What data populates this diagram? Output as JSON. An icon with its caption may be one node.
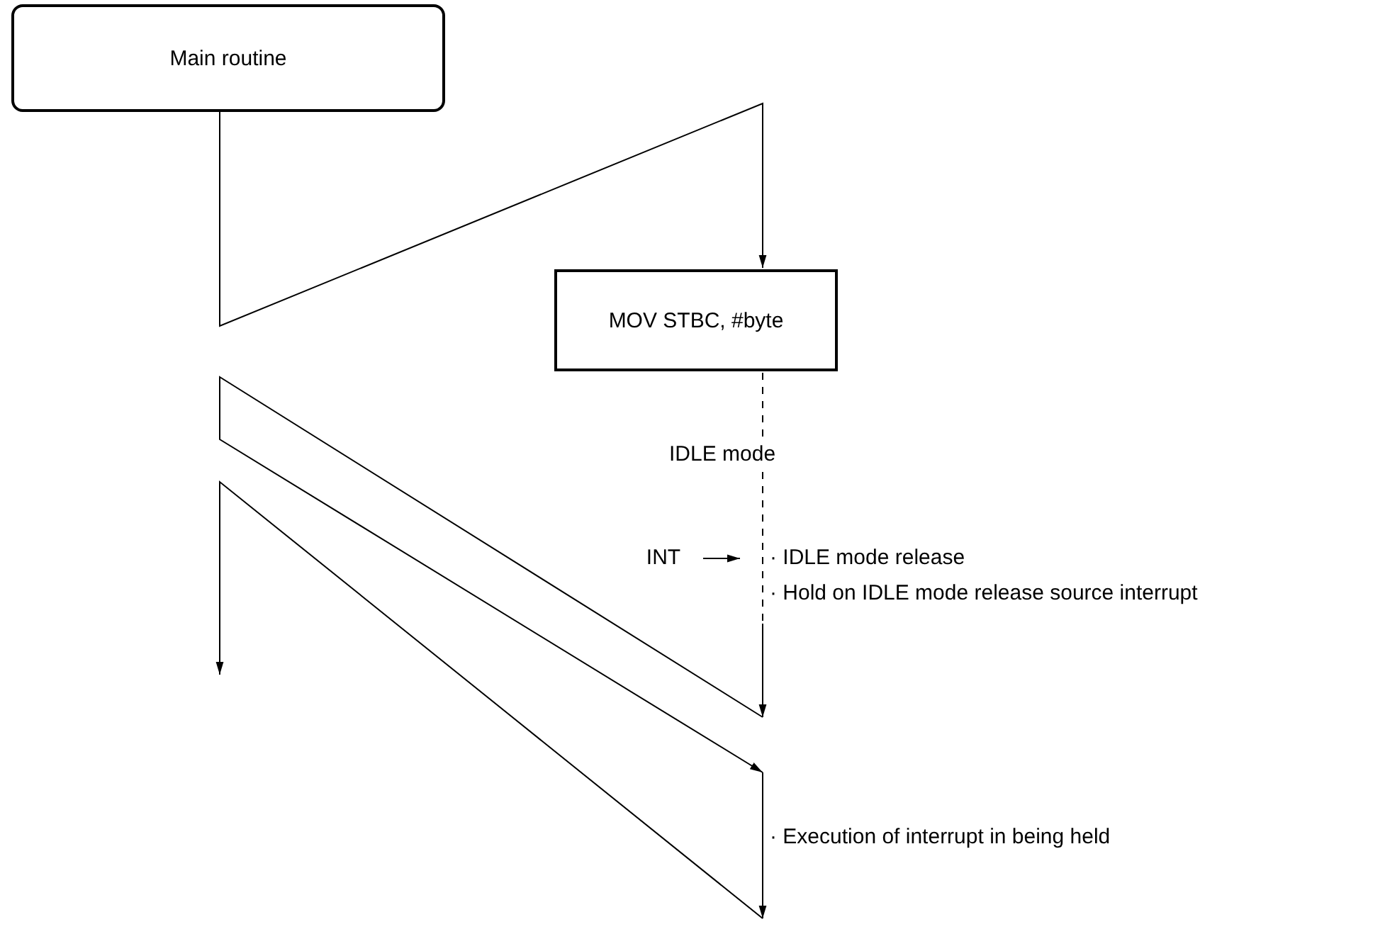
{
  "diagram": {
    "nodes": [
      {
        "text": [
          "Main routine"
        ]
      },
      {
        "text": [
          "MOV STBC, #byte"
        ]
      },
      {
        "text": [
          "INT"
        ]
      }
    ],
    "edges": [
      {
        "from": 0,
        "to": 1,
        "arrow": "to"
      },
      {
        "from": 1,
        "to": null,
        "arrow": "none",
        "style": "dashed"
      },
      {
        "from": 2,
        "to": null,
        "arrow": "to"
      }
    ],
    "labels": [
      "IDLE mode",
      "· IDLE mode release",
      "· Hold on IDLE mode release source interrupt",
      "· Execution of interrupt in being held"
    ]
  }
}
